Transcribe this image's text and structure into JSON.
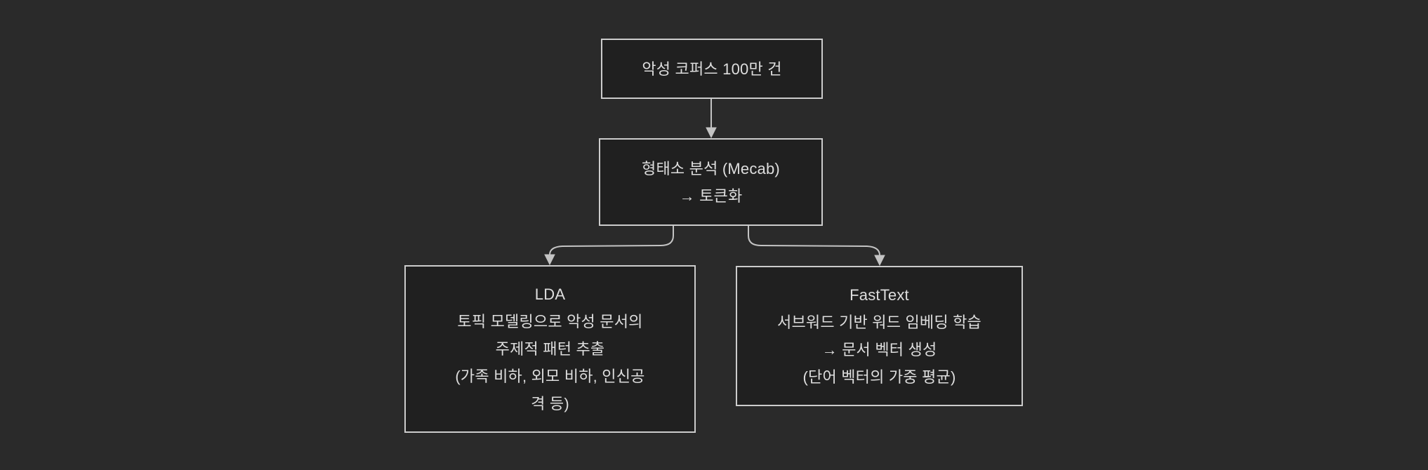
{
  "diagram": {
    "colors": {
      "background": "#2a2a2a",
      "node_fill": "#202020",
      "node_border": "#cccccc",
      "text_color": "#dedede",
      "edge_color": "#c4c4c4"
    },
    "nodes": {
      "corpus": {
        "lines": [
          "악성 코퍼스 100만 건"
        ]
      },
      "mecab": {
        "lines": [
          "형태소 분석 (Mecab)",
          "→ 토큰화"
        ]
      },
      "lda": {
        "lines": [
          "LDA",
          "토픽 모델링으로 악성 문서의",
          "주제적 패턴 추출",
          "(가족 비하, 외모 비하, 인신공",
          "격 등)"
        ]
      },
      "fasttext": {
        "lines": [
          "FastText",
          "서브워드 기반 워드 임베딩 학습",
          "→ 문서 벡터 생성",
          "(단어 벡터의 가중 평균)"
        ]
      }
    }
  }
}
